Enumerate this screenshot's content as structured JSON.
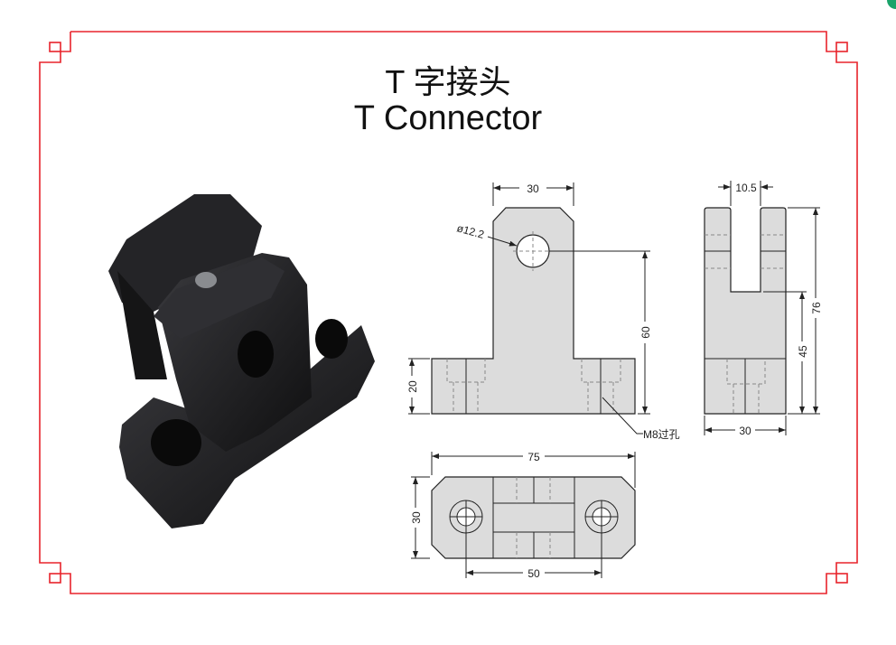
{
  "title": {
    "zh": "T 字接头",
    "en": "T Connector"
  },
  "colors": {
    "frame": "#e8232b",
    "part_fill": "#dcdcdc",
    "photo": "#1c1c1e",
    "corner_badge": "#1aa36a"
  },
  "drawing": {
    "front_view": {
      "width": "30",
      "hole_diameter": "ø12.2",
      "hole_height": "60",
      "base_height": "20",
      "hole_note": "M8过孔"
    },
    "side_view": {
      "slot_width": "10.5",
      "total_height": "76",
      "slot_bottom_height": "45",
      "width": "30"
    },
    "top_view": {
      "length": "75",
      "width": "30",
      "hole_spacing": "50"
    }
  }
}
